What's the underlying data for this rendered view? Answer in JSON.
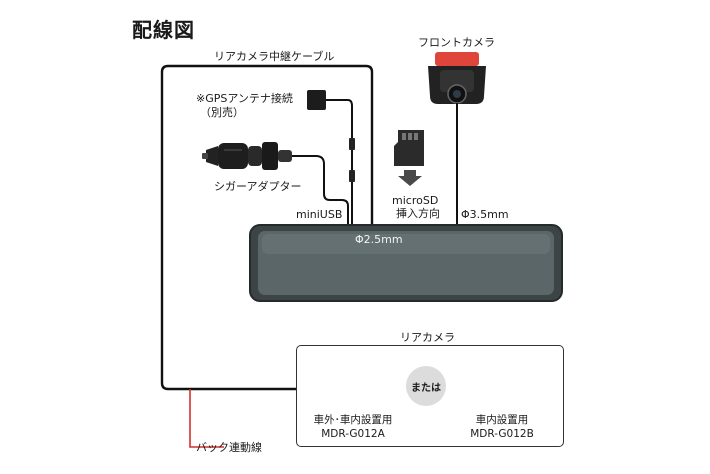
{
  "title": "配線図",
  "labels": {
    "rear_relay_cable": "リアカメラ中継ケーブル",
    "gps_antenna": "※GPSアンテナ接続",
    "gps_sold_separately": "（別売）",
    "cigar_adapter": "シガーアダプター",
    "front_camera": "フロントカメラ",
    "microsd_line1": "microSD",
    "microsd_line2": "挿入方向",
    "mini_usb": "miniUSB",
    "phi_3_5": "Φ3.5mm",
    "phi_2_5": "Φ2.5mm",
    "rear_camera": "リアカメラ",
    "or": "または",
    "cam_a_use": "車外･車内設置用",
    "cam_a_model": "MDR-G012A",
    "cam_b_use": "車内設置用",
    "cam_b_model": "MDR-G012B",
    "back_link_wire": "バック連動線"
  },
  "colors": {
    "cable": "#111111",
    "back_wire": "#d0302b",
    "mirror_body": "#3d4446",
    "mirror_glass": "#5a6668",
    "camera_red": "#e0453b"
  }
}
